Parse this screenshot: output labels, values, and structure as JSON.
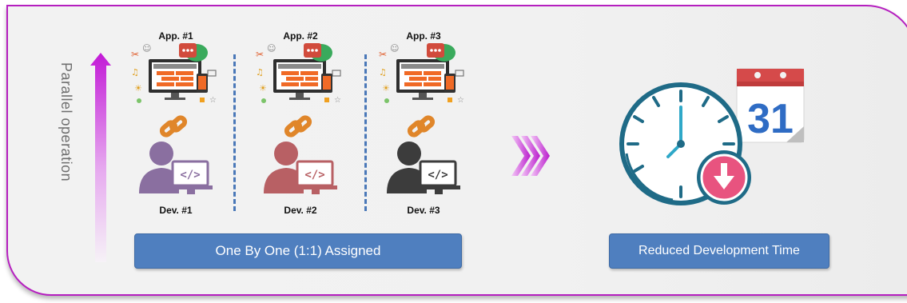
{
  "vertical_label": "Parallel operation",
  "apps": [
    {
      "app_label": "App. #1",
      "dev_label": "Dev. #1",
      "dev_color": "#8a6fa0"
    },
    {
      "app_label": "App. #2",
      "dev_label": "Dev. #2",
      "dev_color": "#b86064"
    },
    {
      "app_label": "App. #3",
      "dev_label": "Dev. #3",
      "dev_color": "#3c3c3c"
    }
  ],
  "assign_button": "One By One (1:1) Assigned",
  "result_button": "Reduced Development Time",
  "calendar_day": "31",
  "colors": {
    "border": "#b51fbf",
    "button": "#4f7fbf",
    "link": "#e0862a",
    "arrow": "#c43cd6",
    "clock": "#1f6b87",
    "badge": "#e8537f"
  }
}
